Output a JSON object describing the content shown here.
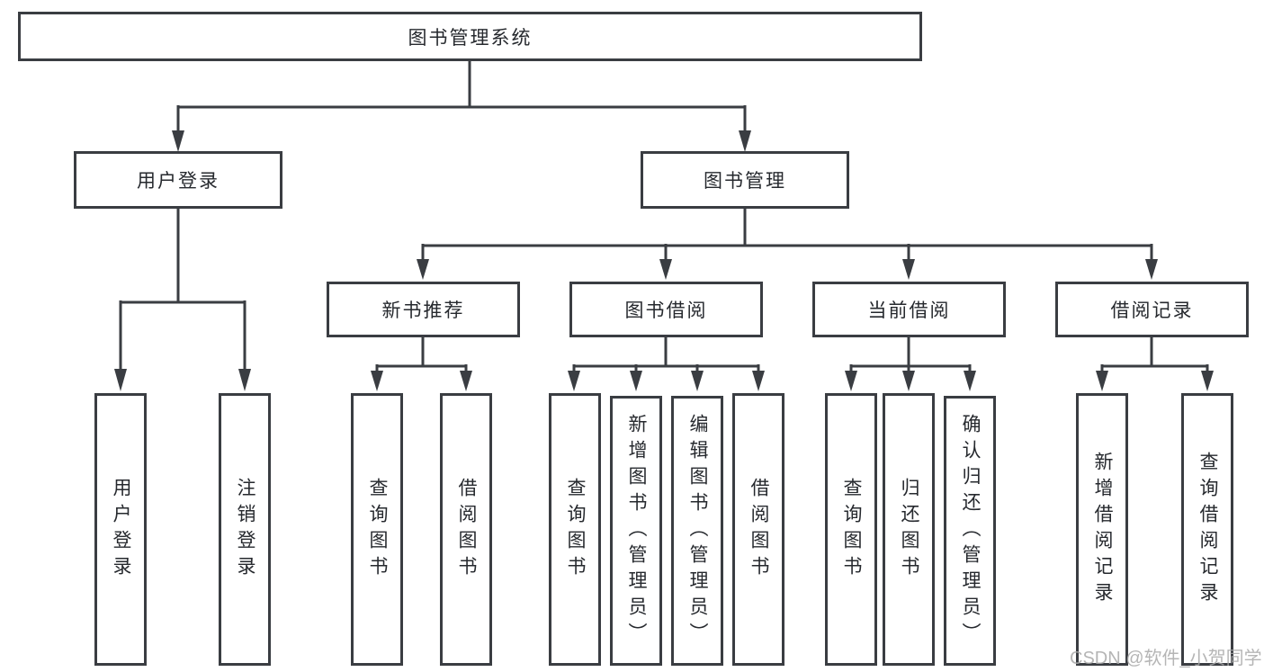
{
  "colors": {
    "line": "#3a3d42",
    "box_border": "#3a3d42",
    "box_fill": "#ffffff",
    "text": "#26292e",
    "watermark_text_color": "#a8a8a8",
    "background": "#ffffff"
  },
  "diagram": {
    "root": {
      "label": "图书管理系统"
    },
    "branches": {
      "user_login": {
        "label": "用户登录",
        "children": {
          "login": "用户登录",
          "logout": "注销登录"
        }
      },
      "book_management": {
        "label": "图书管理",
        "sections": {
          "recommend": {
            "label": "新书推荐",
            "children": {
              "query": "查询图书",
              "borrow": "借阅图书"
            }
          },
          "borrowing": {
            "label": "图书借阅",
            "children": {
              "query": "查询图书",
              "add": "新增图书（管理员）",
              "edit": "编辑图书（管理员）",
              "borrow": "借阅图书"
            }
          },
          "current": {
            "label": "当前借阅",
            "children": {
              "query": "查询图书",
              "return": "归还图书",
              "confirm": "确认归还（管理员）"
            }
          },
          "records": {
            "label": "借阅记录",
            "children": {
              "add": "新增借阅记录",
              "query": "查询借阅记录"
            }
          }
        }
      }
    }
  },
  "watermark": {
    "text": "CSDN @软件_小贺同学"
  }
}
